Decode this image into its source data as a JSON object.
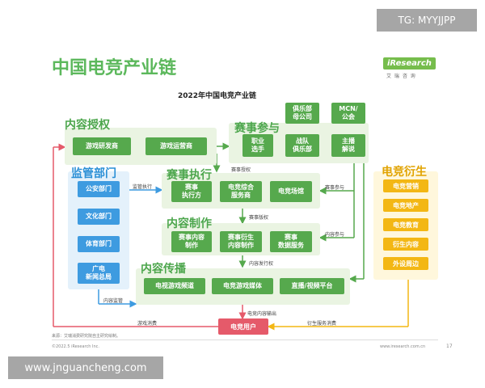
{
  "watermark_top": "TG: MYYJJPP",
  "watermark_bottom": "www.jnguancheng.com",
  "header_title": "中国电竞产业链",
  "logo": {
    "brand": "iResearch",
    "sub": "艾 瑞 咨 询"
  },
  "diagram_title": "2022年中国电竞产业链",
  "sections": {
    "content_auth": {
      "title": "内容授权",
      "boxes": [
        "游戏研发商",
        "游戏运营商"
      ]
    },
    "event_participation": {
      "title": "赛事参与",
      "top_boxes": [
        "俱乐部\n母公司",
        "MCN/\n公会"
      ],
      "boxes": [
        "职业\n选手",
        "战队\n俱乐部",
        "主播\n解说"
      ]
    },
    "regulators": {
      "title": "监管部门",
      "boxes": [
        "公安部门",
        "文化部门",
        "体育部门",
        "广电\n新闻总局"
      ]
    },
    "event_execution": {
      "title": "赛事执行",
      "boxes": [
        "赛事\n执行方",
        "电竞综合\n服务商",
        "电竞场馆"
      ]
    },
    "content_production": {
      "title": "内容制作",
      "boxes": [
        "赛事内容\n制作",
        "赛事衍生\n内容制作",
        "赛事\n数据服务"
      ]
    },
    "derivatives": {
      "title": "电竞衍生",
      "boxes": [
        "电竞营销",
        "电竞地产",
        "电竞教育",
        "衍生内容",
        "外设周边"
      ]
    },
    "content_distribution": {
      "title": "内容传播",
      "boxes": [
        "电视游戏频道",
        "电竞游戏媒体",
        "直播/视频平台"
      ]
    },
    "users": "电竞用户"
  },
  "flow_labels": {
    "event_auth": "赛事授权",
    "regulation_exec": "监管执行",
    "event_copyright": "赛事版权",
    "event_participation_1": "赛事参与",
    "content_participation": "内容参与",
    "content_release": "内容发行权",
    "content_regulation": "内容监管",
    "content_output": "电竞内容输出",
    "game_consumption": "游戏消费",
    "derivative_consumption": "衍生服务消费"
  },
  "footer": {
    "source": "来源：艾瑞消费研究院自主研究绘制。",
    "copyright": "©2022.5 iResearch Inc.",
    "website": "www.iresearch.com.cn",
    "page": "17"
  },
  "colors": {
    "green": "#56a94d",
    "blue": "#3e9be0",
    "yellow": "#f3b714",
    "pink": "#e55a6a",
    "header_green": "#5cb85c"
  }
}
